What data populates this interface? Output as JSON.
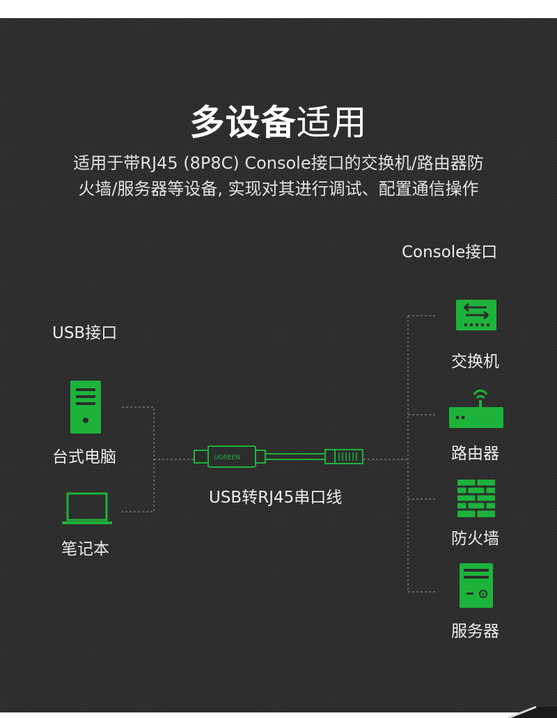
{
  "title": {
    "bold": "多设备",
    "light": "适用"
  },
  "subtitle": {
    "line1": "适用于带RJ45 (8P8C) Console接口的交换机/路由器防",
    "line2": "火墙/服务器等设备, 实现对其进行调试、配置通信操作"
  },
  "left": {
    "heading": "USB接口",
    "devices": [
      {
        "label": "台式电脑",
        "icon": "desktop-tower-icon"
      },
      {
        "label": "笔记本",
        "icon": "laptop-icon"
      }
    ]
  },
  "cable": {
    "label": "USB转RJ45串口线",
    "brand": "UGREEN",
    "icon": "usb-rj45-cable-icon"
  },
  "right": {
    "heading": "Console接口",
    "devices": [
      {
        "label": "交换机",
        "icon": "switch-icon"
      },
      {
        "label": "路由器",
        "icon": "router-icon"
      },
      {
        "label": "防火墙",
        "icon": "firewall-icon"
      },
      {
        "label": "服务器",
        "icon": "server-icon"
      }
    ]
  },
  "colors": {
    "accent": "#1db33a",
    "background": "#2c2c2c",
    "text": "#ffffff"
  }
}
